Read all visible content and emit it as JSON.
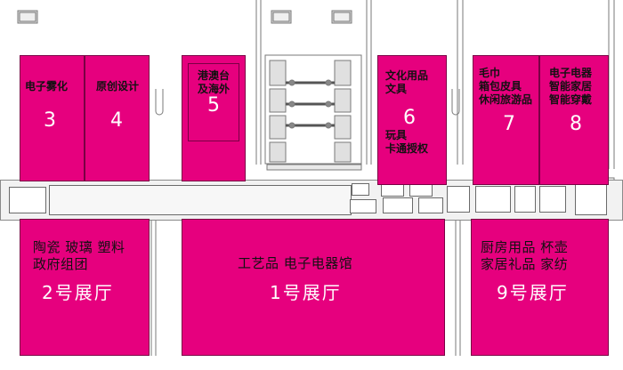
{
  "colors": {
    "hall_fill": "#e6007e",
    "hall_border": "#7a0044",
    "corridor": "#f2f2f2"
  },
  "halls": {
    "h3": {
      "number": "3",
      "category": "电子雾化"
    },
    "h4": {
      "number": "4",
      "category": "原创设计"
    },
    "h5": {
      "number": "5",
      "category": "港澳台\n及海外"
    },
    "h6": {
      "number": "6",
      "category": "文化用品\n文具",
      "category_2": "玩具\n卡通授权"
    },
    "h7": {
      "number": "7",
      "category": "毛巾\n箱包皮具\n休闲旅游品"
    },
    "h8": {
      "number": "8",
      "category": "电子电器\n智能家居\n智能穿戴"
    },
    "h2": {
      "name": "2号展厅",
      "category": "陶瓷 玻璃 塑料\n政府组团"
    },
    "h1": {
      "name": "1号展厅",
      "category": "工艺品 电子电器馆"
    },
    "h9": {
      "name": "9号展厅",
      "category": "厨房用品 杯壶\n家居礼品 家纺"
    }
  }
}
